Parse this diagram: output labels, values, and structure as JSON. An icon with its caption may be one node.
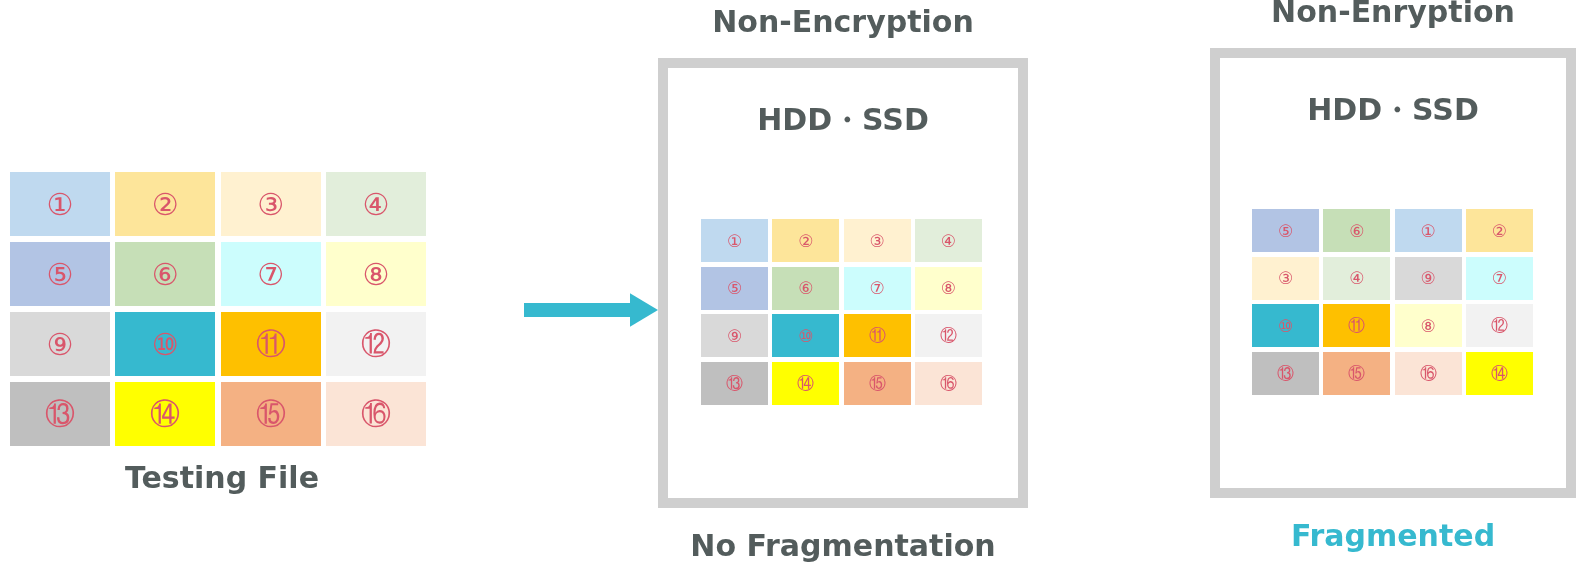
{
  "diagram": {
    "nodes": [
      {
        "text": [
          "Testing File"
        ]
      },
      {
        "text": [
          "①"
        ],
        "in": 0
      },
      {
        "text": [
          "②"
        ],
        "in": 0
      },
      {
        "text": [
          "③"
        ],
        "in": 0
      },
      {
        "text": [
          "④"
        ],
        "in": 0
      },
      {
        "text": [
          "⑤"
        ],
        "in": 0
      },
      {
        "text": [
          "⑥"
        ],
        "in": 0
      },
      {
        "text": [
          "⑦"
        ],
        "in": 0
      },
      {
        "text": [
          "⑧"
        ],
        "in": 0
      },
      {
        "text": [
          "⑨"
        ],
        "in": 0
      },
      {
        "text": [
          "⑩"
        ],
        "in": 0
      },
      {
        "text": [
          "⑪"
        ],
        "in": 0
      },
      {
        "text": [
          "⑫"
        ],
        "in": 0
      },
      {
        "text": [
          "⑬"
        ],
        "in": 0
      },
      {
        "text": [
          "⑭"
        ],
        "in": 0
      },
      {
        "text": [
          "⑮"
        ],
        "in": 0
      },
      {
        "text": [
          "⑯"
        ],
        "in": 0
      },
      {
        "text": [
          "Non-Encryption",
          "HDD・SSD"
        ],
        "beside": [
          "No Fragmentation"
        ]
      },
      {
        "text": [
          "①"
        ],
        "in": 17
      },
      {
        "text": [
          "②"
        ],
        "in": 17
      },
      {
        "text": [
          "③"
        ],
        "in": 17
      },
      {
        "text": [
          "④"
        ],
        "in": 17
      },
      {
        "text": [
          "⑤"
        ],
        "in": 17
      },
      {
        "text": [
          "⑥"
        ],
        "in": 17
      },
      {
        "text": [
          "⑦"
        ],
        "in": 17
      },
      {
        "text": [
          "⑧"
        ],
        "in": 17
      },
      {
        "text": [
          "⑨"
        ],
        "in": 17
      },
      {
        "text": [
          "⑩"
        ],
        "in": 17
      },
      {
        "text": [
          "⑪"
        ],
        "in": 17
      },
      {
        "text": [
          "⑫"
        ],
        "in": 17
      },
      {
        "text": [
          "⑬"
        ],
        "in": 17
      },
      {
        "text": [
          "⑭"
        ],
        "in": 17
      },
      {
        "text": [
          "⑮"
        ],
        "in": 17
      },
      {
        "text": [
          "⑯"
        ],
        "in": 17
      },
      {
        "text": [
          "Non-Enryption",
          "HDD・SSD"
        ],
        "beside": [
          "Fragmented"
        ]
      },
      {
        "text": [
          "⑤"
        ],
        "in": 34
      },
      {
        "text": [
          "⑥"
        ],
        "in": 34
      },
      {
        "text": [
          "①"
        ],
        "in": 34
      },
      {
        "text": [
          "②"
        ],
        "in": 34
      },
      {
        "text": [
          "③"
        ],
        "in": 34
      },
      {
        "text": [
          "④"
        ],
        "in": 34
      },
      {
        "text": [
          "⑨"
        ],
        "in": 34
      },
      {
        "text": [
          "⑦"
        ],
        "in": 34
      },
      {
        "text": [
          "⑩"
        ],
        "in": 34
      },
      {
        "text": [
          "⑪"
        ],
        "in": 34
      },
      {
        "text": [
          "⑧"
        ],
        "in": 34
      },
      {
        "text": [
          "⑫"
        ],
        "in": 34
      },
      {
        "text": [
          "⑬"
        ],
        "in": 34
      },
      {
        "text": [
          "⑮"
        ],
        "in": 34
      },
      {
        "text": [
          "⑯"
        ],
        "in": 34
      },
      {
        "text": [
          "⑭"
        ],
        "in": 34
      }
    ],
    "edges": [
      {
        "from": 0,
        "to": 17,
        "arrow": "to"
      }
    ]
  }
}
